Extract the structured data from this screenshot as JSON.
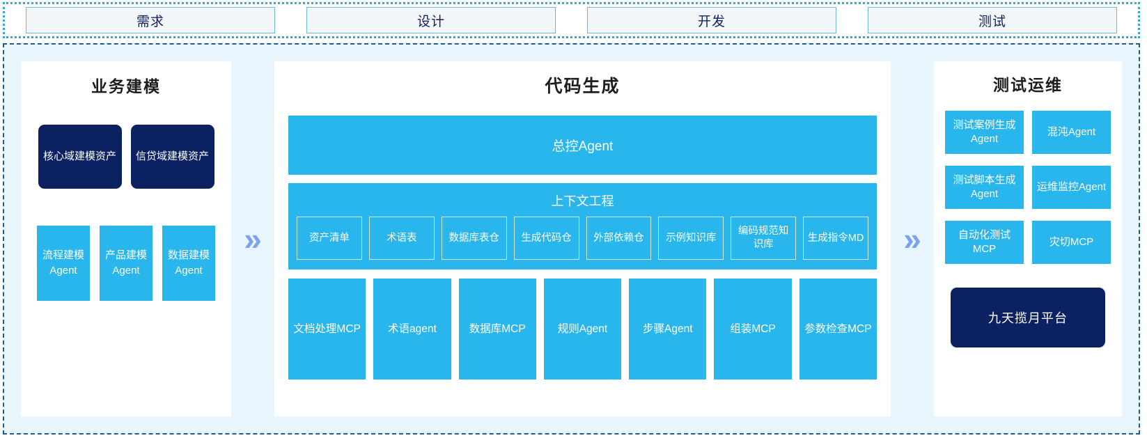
{
  "stages": {
    "tabs": [
      {
        "label": "需求"
      },
      {
        "label": "设计"
      },
      {
        "label": "开发"
      },
      {
        "label": "测试"
      }
    ]
  },
  "arrows": {
    "glyph": "»",
    "left_to_center_name": "double-chevron-right-icon",
    "center_to_right_name": "double-chevron-right-icon"
  },
  "colors": {
    "cyan": "#29B6EC",
    "navy": "#0B2162",
    "panel_bg": "#FFFFFF",
    "canvas_bg": "#E8F5FD",
    "tab_bg": "#F2F6F9",
    "tab_border": "#6FB9D8",
    "tab_text": "#12205E",
    "arrow": "#7CA2EE",
    "outer_dotted_border": "#2BA8DC",
    "main_dashed_border": "#1D5C8C"
  },
  "left_panel": {
    "title": "业务建模",
    "asset_cards": [
      {
        "label": "核心域建模资产"
      },
      {
        "label": "信贷域建模资产"
      }
    ],
    "agent_cards": [
      {
        "label": "流程建模Agent"
      },
      {
        "label": "产品建模Agent"
      },
      {
        "label": "数据建模Agent"
      }
    ]
  },
  "center_panel": {
    "title": "代码生成",
    "master_agent": "总控Agent",
    "context_block": {
      "title": "上下文工程",
      "items": [
        {
          "label": "资产清单"
        },
        {
          "label": "术语表"
        },
        {
          "label": "数据库表仓"
        },
        {
          "label": "生成代码仓"
        },
        {
          "label": "外部依赖仓"
        },
        {
          "label": "示例知识库"
        },
        {
          "label": "编码规范知识库"
        },
        {
          "label": "生成指令MD"
        }
      ]
    },
    "tools": [
      {
        "label": "文档处理MCP"
      },
      {
        "label": "术语agent"
      },
      {
        "label": "数据库MCP"
      },
      {
        "label": "规则Agent"
      },
      {
        "label": "步骤Agent"
      },
      {
        "label": "组装MCP"
      },
      {
        "label": "参数检查MCP"
      }
    ]
  },
  "right_panel": {
    "title": "测试运维",
    "cards": [
      {
        "label": "测试案例生成Agent"
      },
      {
        "label": "混沌Agent"
      },
      {
        "label": "测试脚本生成Agent"
      },
      {
        "label": "运维监控Agent"
      },
      {
        "label": "自动化测试MCP"
      },
      {
        "label": "灾切MCP"
      }
    ],
    "platform": {
      "label": "九天揽月平台"
    }
  }
}
